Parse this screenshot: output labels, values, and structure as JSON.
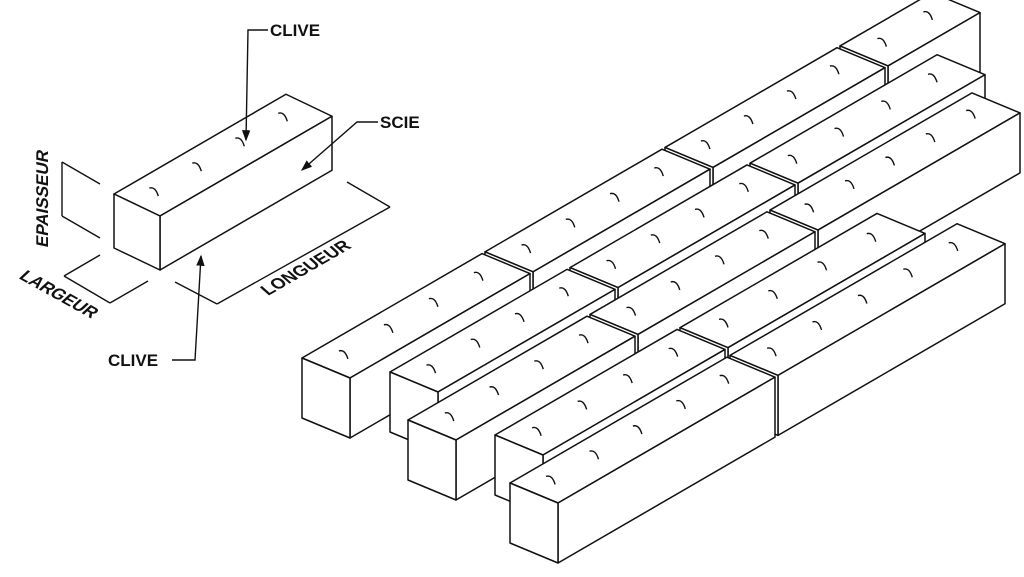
{
  "labels": {
    "clive_top": "CLIVE",
    "scie": "SCIE",
    "epaisseur": "EPAISSEUR",
    "largeur": "LARGEUR",
    "longueur": "LONGUEUR",
    "clive_bottom": "CLIVE"
  }
}
